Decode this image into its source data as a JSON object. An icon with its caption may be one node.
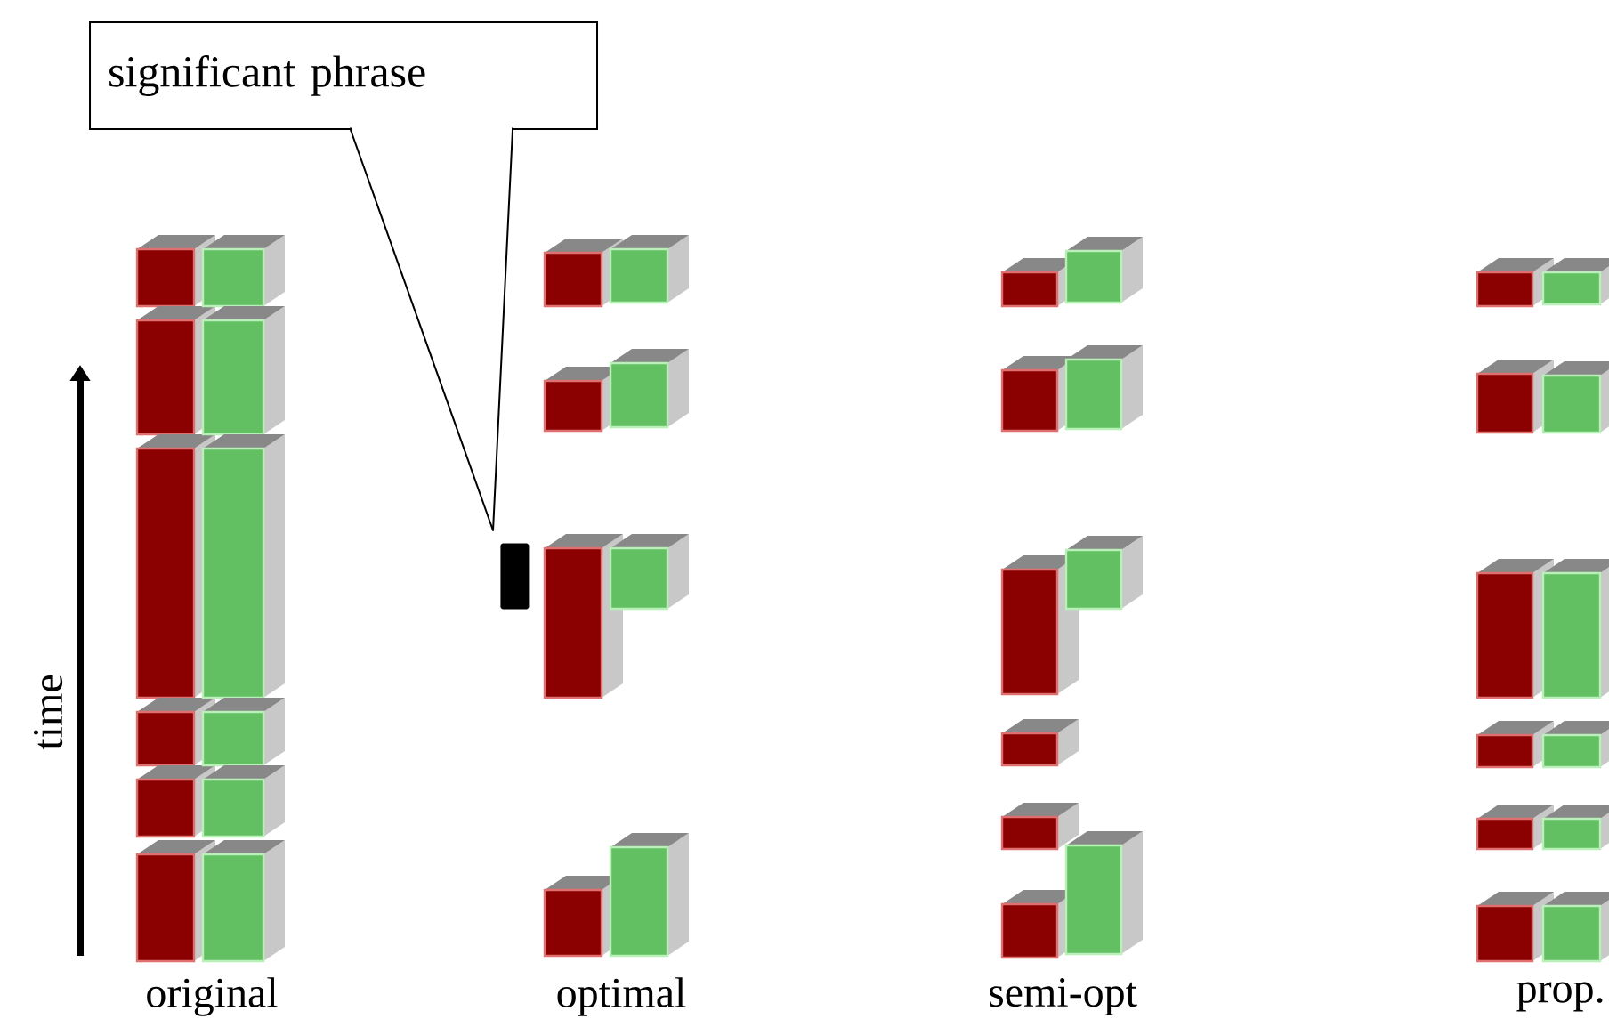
{
  "diagram": {
    "nodes": [
      {
        "text": [
          "significant phrase"
        ]
      },
      {
        "text": [],
        "shape": "bar"
      }
    ],
    "edges": [
      {
        "from": 0,
        "to": 1,
        "arrow": "none"
      }
    ],
    "labels": [
      "time",
      "original",
      "optimal",
      "semi-opt",
      "prop."
    ]
  }
}
